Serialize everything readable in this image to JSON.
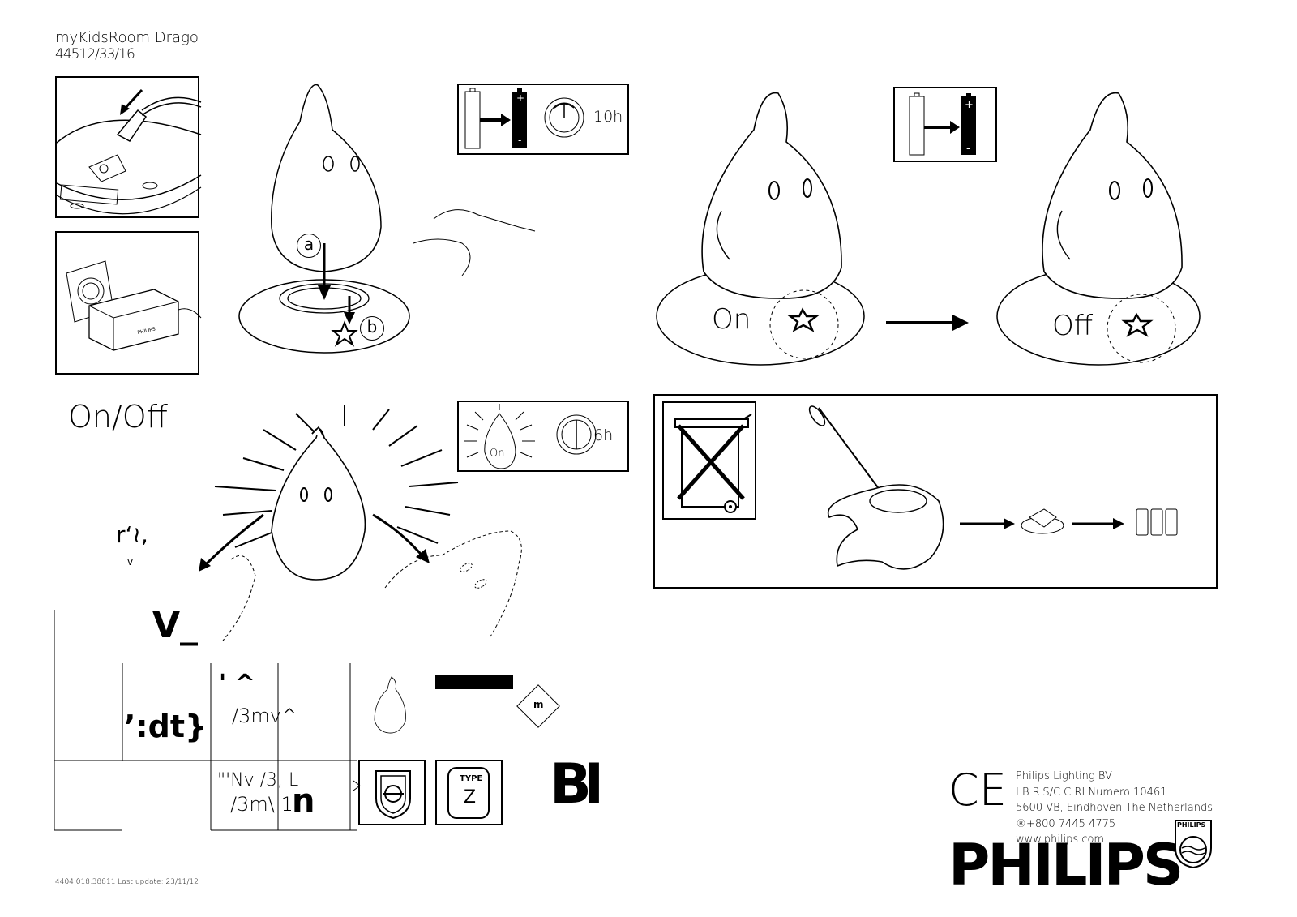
{
  "header": {
    "product_name": "myKidsRoom Drago",
    "product_code": "44512/33/16"
  },
  "steps": {
    "label_a": "a",
    "label_b": "b",
    "on_label": "On",
    "off_label": "Off",
    "charge_hours": "10h",
    "run_hours": "6h",
    "run_badge_label": "On",
    "section_title": "On/Off"
  },
  "scan_artifacts": {
    "text1": "r‘≀,",
    "text2": "v",
    "text3": "V_",
    "text4": "’:dt}",
    "text5": "' ^",
    "text6": "/3mv^",
    "text7": "\"'Nv /3, L",
    "text8": "/3m\\ 1",
    "text9": "n",
    "text10": "m",
    "text11": "BI",
    "type_label": "TYPE",
    "type_letter": "Z"
  },
  "company": {
    "ce_mark": "CE",
    "name": "Philips Lighting BV",
    "registry": "I.B.R.S/C.C.RI Numero 10461",
    "address": "5600 VB, Eindhoven,The Netherlands",
    "phone": "®+800 7445 4775",
    "website": "www.philips.com",
    "logo_text": "PHILIPS",
    "shield_text": "PHILIPS"
  },
  "footer": {
    "doc_code": "4404.018.38811 Last update: 23/11/12"
  }
}
